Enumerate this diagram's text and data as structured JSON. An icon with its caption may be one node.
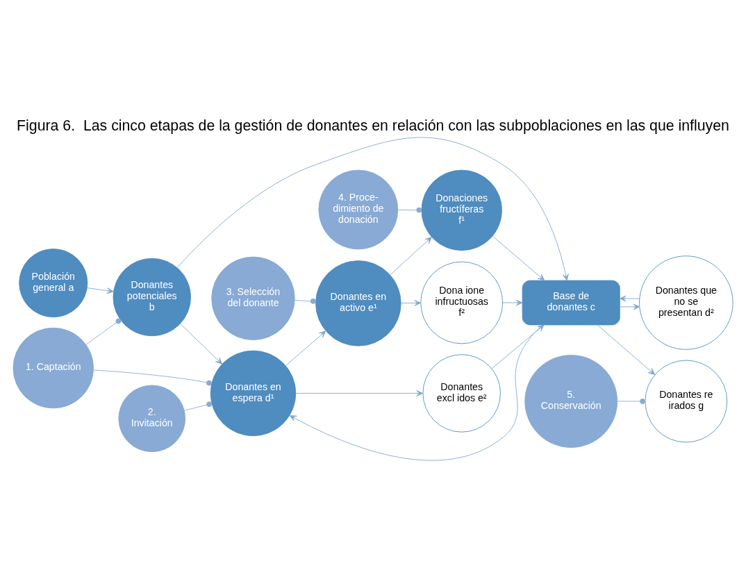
{
  "diagram": {
    "title": "Figura 6.  Las cinco etapas de la gestión de donantes en relación con las subpoblaciones en las que influyen",
    "nodes": [
      {
        "text": [
          "1. Captación"
        ]
      },
      {
        "text": [
          "Población general a"
        ]
      },
      {
        "text": [
          "Donantes potenciales b"
        ]
      },
      {
        "text": [
          "3. Selección del donante"
        ]
      },
      {
        "text": [
          "4. Proce- dimiento de donación"
        ]
      },
      {
        "text": [
          "Donantes en espera d¹"
        ]
      },
      {
        "text": [
          "Donantes en activo e¹"
        ]
      },
      {
        "text": [
          "Donaciones fructíferas f¹"
        ]
      },
      {
        "text": [
          "2. Invitación"
        ]
      },
      {
        "text": [
          "Donantes que no se presentan d²"
        ]
      },
      {
        "text": [
          "Donantes excl idos e²"
        ]
      },
      {
        "text": [
          "Dona ione infructuosas f²"
        ]
      },
      {
        "text": [
          "Donantes re irados g"
        ]
      },
      {
        "text": [
          "Base de donantes c"
        ]
      },
      {
        "text": [
          "5. Conservación"
        ]
      }
    ],
    "edges": [
      {
        "from": 1,
        "to": 2,
        "arrow": "to"
      },
      {
        "from": 2,
        "to": 5,
        "arrow": "to"
      },
      {
        "from": 2,
        "to": 13,
        "arrow": "to"
      },
      {
        "from": 13,
        "to": 5,
        "arrow": "to"
      },
      {
        "from": 13,
        "to": 9,
        "arrow": "to"
      },
      {
        "from": 9,
        "to": 13,
        "arrow": "to"
      },
      {
        "from": 5,
        "to": 6,
        "arrow": "to"
      },
      {
        "from": 5,
        "to": 10,
        "arrow": "to"
      },
      {
        "from": 10,
        "to": 13,
        "arrow": "to"
      },
      {
        "from": 6,
        "to": 7,
        "arrow": "to"
      },
      {
        "from": 6,
        "to": 11,
        "arrow": "to"
      },
      {
        "from": 11,
        "to": 13,
        "arrow": "to"
      },
      {
        "from": 7,
        "to": 13,
        "arrow": "to"
      },
      {
        "from": 13,
        "to": 12,
        "arrow": "to"
      },
      {
        "from": 0,
        "to": 2,
        "arrow": "other"
      },
      {
        "from": 0,
        "to": 5,
        "arrow": "other"
      },
      {
        "from": 8,
        "to": 5,
        "arrow": "other"
      },
      {
        "from": 3,
        "to": 6,
        "arrow": "other"
      },
      {
        "from": 4,
        "to": 7,
        "arrow": "other"
      },
      {
        "from": 14,
        "to": 12,
        "arrow": "other"
      }
    ]
  }
}
